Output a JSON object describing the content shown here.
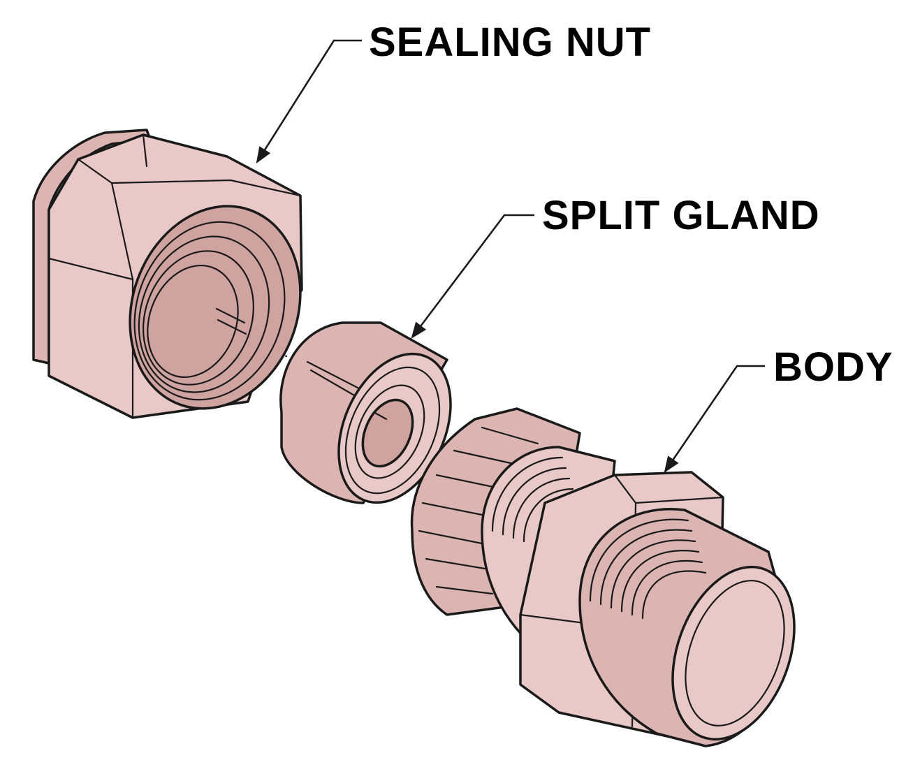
{
  "labels": {
    "sealing_nut": "SEALING NUT",
    "split_gland": "SPLIT GLAND",
    "body": "BODY"
  },
  "colors": {
    "part_fill": "#e8c9c7",
    "part_shade": "#dcb5b2",
    "part_dark": "#cfa3a0",
    "ink": "#1a1a1a"
  }
}
